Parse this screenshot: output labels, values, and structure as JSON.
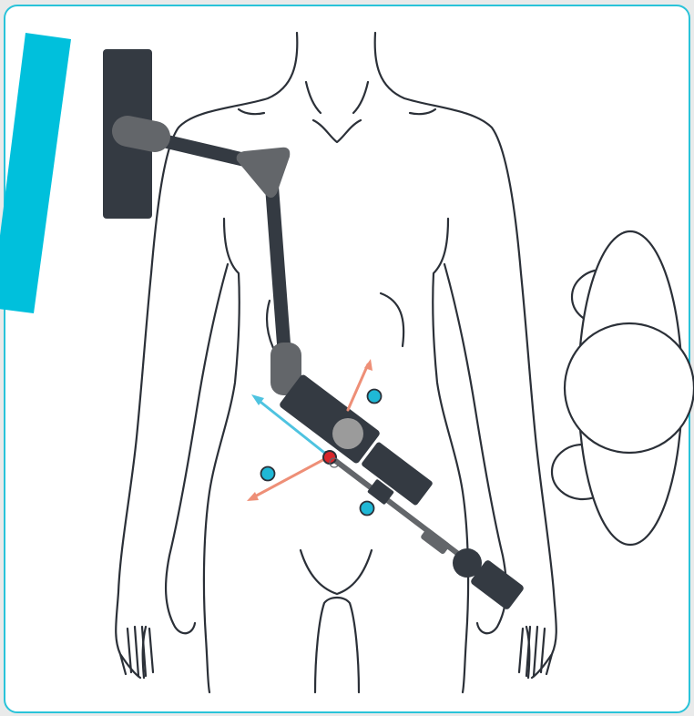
{
  "figure": {
    "colors": {
      "background": "#e9eaea",
      "panel_fill": "#ffffff",
      "panel_border": "#29c3d9",
      "accent_bar": "#00c0dc",
      "outline": "#2b3038",
      "arm_dark": "#343a42",
      "arm_medium": "#63666a",
      "hub_grey": "#9b9b9b",
      "vector_blue": "#4ec3e0",
      "vector_salmon": "#ee8f77",
      "port_blue": "#1fb8d6",
      "entry_point_red": "#d9262b"
    },
    "elements": [
      "patient-body-outline",
      "robotic-arm-base",
      "robotic-arm",
      "surgical-instrument",
      "remote-center-of-motion",
      "axis-vectors",
      "trocar-ports",
      "surgeon-figure-top-view"
    ]
  }
}
